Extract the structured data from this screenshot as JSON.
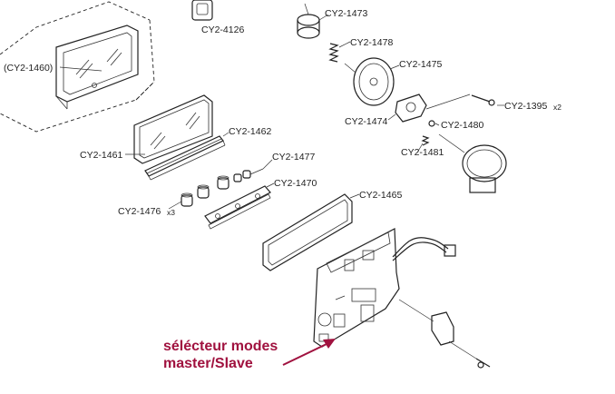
{
  "parts": [
    {
      "id": "cy2_4126",
      "label": "CY2-4126"
    },
    {
      "id": "cy2_1473",
      "label": "CY2-1473"
    },
    {
      "id": "cy2_1478",
      "label": "CY2-1478"
    },
    {
      "id": "cy2_1475",
      "label": "CY2-1475"
    },
    {
      "id": "cy2_1460",
      "label": "(CY2-1460)"
    },
    {
      "id": "cy2_1395",
      "label": "CY2-1395",
      "qty": "x2"
    },
    {
      "id": "cy2_1474",
      "label": "CY2-1474"
    },
    {
      "id": "cy2_1480",
      "label": "CY2-1480"
    },
    {
      "id": "cy2_1462",
      "label": "CY2-1462"
    },
    {
      "id": "cy2_1481",
      "label": "CY2-1481"
    },
    {
      "id": "cy2_1461",
      "label": "CY2-1461"
    },
    {
      "id": "cy2_1477",
      "label": "CY2-1477"
    },
    {
      "id": "cy2_1470",
      "label": "CY2-1470"
    },
    {
      "id": "cy2_1465",
      "label": "CY2-1465"
    },
    {
      "id": "cy2_1476",
      "label": "CY2-1476",
      "qty": "x3"
    }
  ],
  "annotation": {
    "line1": "sélécteur modes",
    "line2": "master/Slave",
    "color": "#a0123f"
  }
}
